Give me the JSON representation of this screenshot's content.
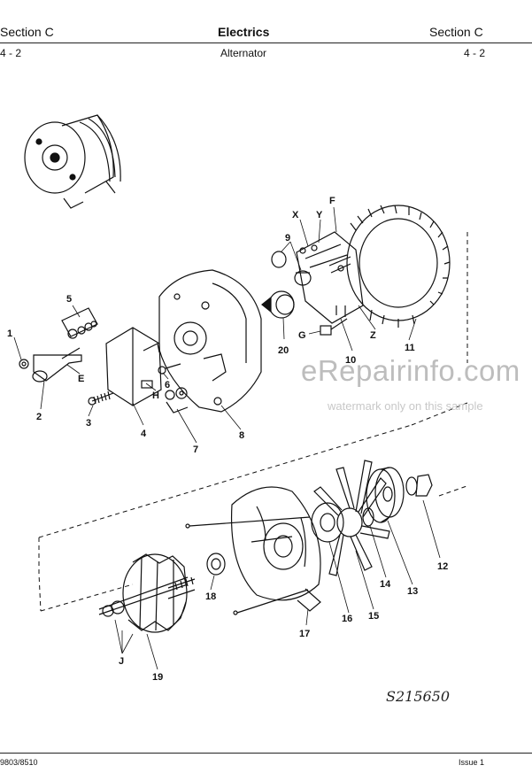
{
  "header": {
    "section_left": "Section C",
    "title": "Electrics",
    "section_right": "Section C",
    "page_left": "4 - 2",
    "subtitle": "Alternator",
    "page_right": "4 - 2"
  },
  "callouts": {
    "c1": "1",
    "c2": "2",
    "c3": "3",
    "c4": "4",
    "c5": "5",
    "c6": "6",
    "c7": "7",
    "c8": "8",
    "c9": "9",
    "c10": "10",
    "c11": "11",
    "c12": "12",
    "c13": "13",
    "c14": "14",
    "c15": "15",
    "c16": "16",
    "c17": "17",
    "c19": "19",
    "c18": "18",
    "c20": "20",
    "cE": "E",
    "cH": "H",
    "cF": "F",
    "cX": "X",
    "cY": "Y",
    "cZ": "Z",
    "cG": "G",
    "cJ": "J"
  },
  "watermark": {
    "brand": "eRepairinfo.com",
    "note": "watermark only on this sample"
  },
  "handwritten": "S215650",
  "footer": {
    "code": "9803/8510",
    "issue": "Issue 1"
  }
}
